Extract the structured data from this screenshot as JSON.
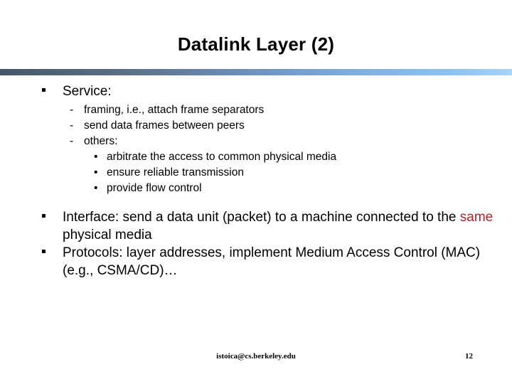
{
  "slide": {
    "title": "Datalink Layer (2)",
    "accent_dark": "#46566a",
    "accent_light": "#8cc2f3",
    "highlight_color": "#b32327",
    "bullets": {
      "service": {
        "label": "Service:",
        "marker": "square-bullet",
        "sub": [
          {
            "marker": "-",
            "text": "framing, i.e., attach frame separators"
          },
          {
            "marker": "-",
            "text": "send data frames between peers"
          },
          {
            "marker": "-",
            "text": "others:"
          }
        ],
        "sub_sub": [
          {
            "marker": "•",
            "text": "arbitrate the access to common physical media"
          },
          {
            "marker": "•",
            "text": "ensure reliable transmission"
          },
          {
            "marker": "•",
            "text": "provide flow control"
          }
        ]
      },
      "interface": {
        "marker": "square-bullet",
        "text_before": "Interface: send a data unit (packet) to a machine connected to the ",
        "highlight": "same",
        "text_after": " physical media"
      },
      "protocols": {
        "marker": "square-bullet",
        "text": "Protocols: layer addresses, implement Medium Access Control (MAC) (e.g., CSMA/CD)…"
      }
    }
  },
  "footer": {
    "email": "istoica@cs.berkeley.edu",
    "page_number": "12"
  }
}
